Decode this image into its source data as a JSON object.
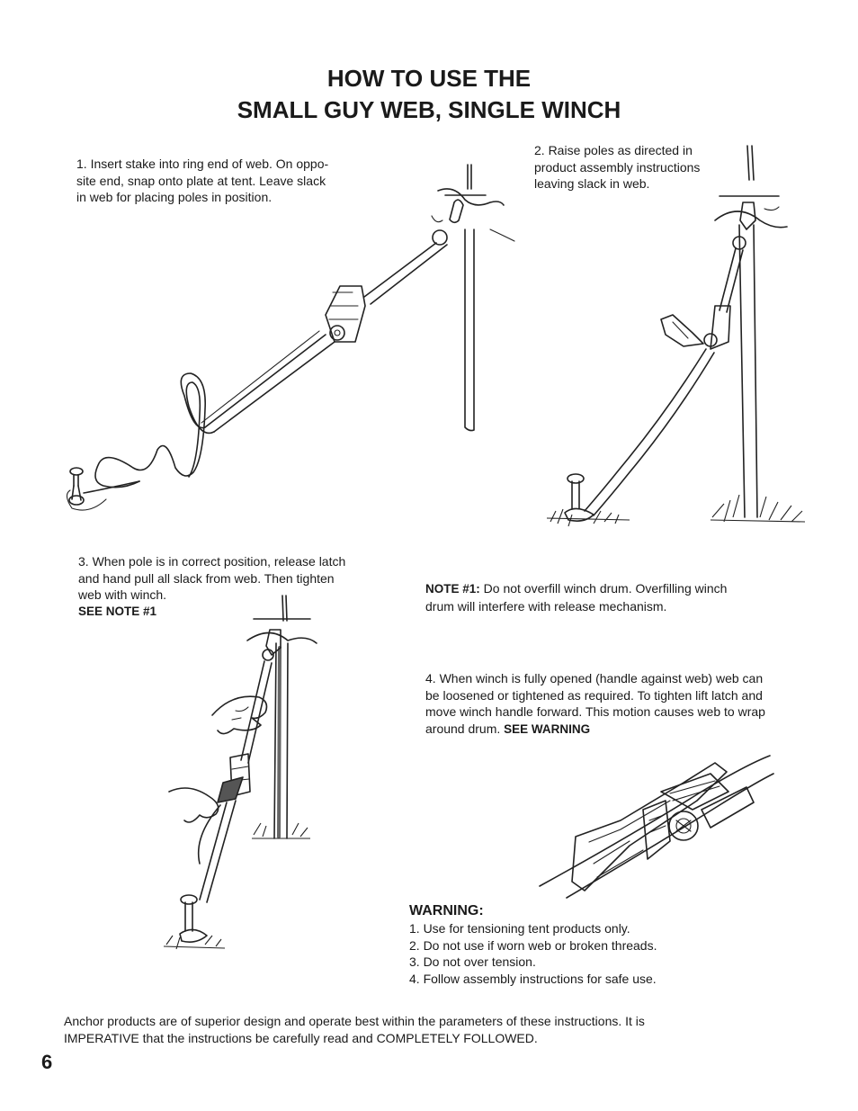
{
  "title": {
    "line1": "HOW TO USE THE",
    "line2": "SMALL GUY WEB, SINGLE WINCH"
  },
  "steps": {
    "step1": {
      "line1": "1. Insert stake into ring end of web.  On oppo-",
      "line2": "site end, snap onto plate at tent.  Leave slack",
      "line3": "in web for placing poles in position."
    },
    "step2": {
      "line1": "2. Raise poles as directed in",
      "line2": "product assembly instructions",
      "line3": "leaving slack in web."
    },
    "step3": {
      "line1": "3. When pole is in correct position, release  latch",
      "line2": "and hand pull all slack from web.  Then tighten",
      "line3": "web with winch.",
      "note_ref": "SEE NOTE #1"
    },
    "step4": {
      "line1": "4. When winch is fully opened (handle against web) web can",
      "line2": "be loosened or tightened as required.  To tighten lift latch and",
      "line3": "move winch handle forward.  This motion causes web to wrap",
      "line4_text": "around drum.  ",
      "line4_ref": "SEE WARNING"
    }
  },
  "note1": {
    "label": "NOTE #1:",
    "line1_text": "  Do not overfill winch drum.  Overfilling winch",
    "line2": "drum will interfere with release mechanism."
  },
  "warning": {
    "heading": "WARNING:",
    "items": [
      "1. Use for tensioning tent products only.",
      "2. Do not use if worn web or broken threads.",
      "3. Do not over tension.",
      "4. Follow assembly instructions for  safe use."
    ]
  },
  "footer": {
    "line1": "Anchor products are of superior design and operate best within the parameters of these instructions.  It is",
    "line2": "IMPERATIVE that the instructions be carefully read and COMPLETELY FOLLOWED."
  },
  "page_number": "6"
}
